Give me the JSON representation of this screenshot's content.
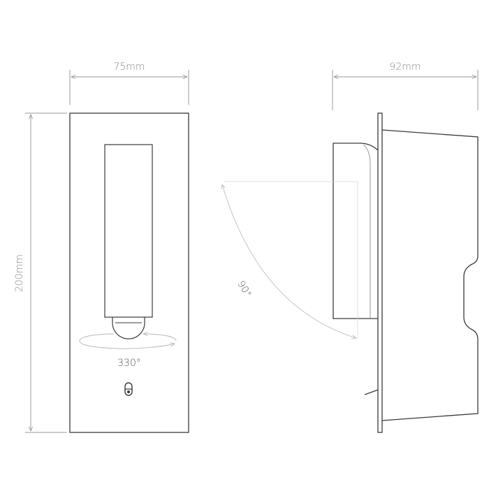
{
  "dimensions": {
    "front_width": "75mm",
    "side_depth": "92mm",
    "height": "200mm"
  },
  "angles": {
    "rotation": "330°",
    "tilt": "90°"
  },
  "colors": {
    "outline": "#3a3a3a",
    "dimension_line": "#9a9a9a",
    "guide_line": "#c8c8c8",
    "text": "#8a8a8a"
  },
  "icons": {
    "switch": "switch-icon"
  }
}
